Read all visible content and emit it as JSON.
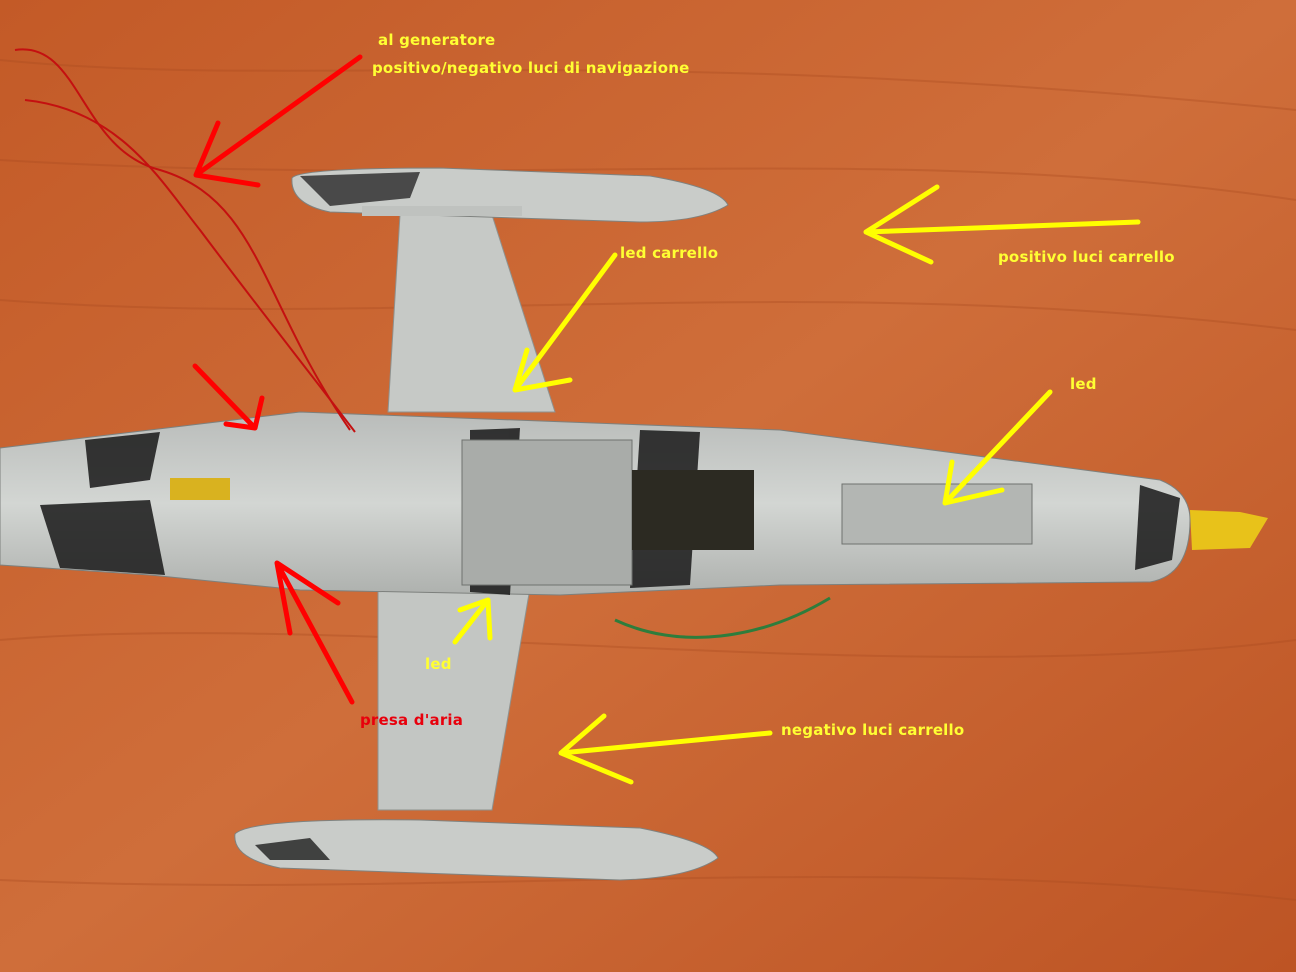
{
  "annotations": {
    "al_generatore": "al generatore",
    "nav_lights": "positivo/negativo luci di navigazione",
    "led_carrello": "led carrello",
    "positivo_carrello": "positivo luci carrello",
    "led_right": "led",
    "led_bottom": "led",
    "presa_aria": "presa d'aria",
    "negativo_carrello": "negativo luci carrello"
  },
  "colors": {
    "background": "#c8622e",
    "fuselage": "#c9ccc9",
    "camo_black": "#1e1e1e",
    "arrow_red": "#ff0000",
    "arrow_yellow": "#ffff00",
    "wire_red": "#c41010"
  }
}
